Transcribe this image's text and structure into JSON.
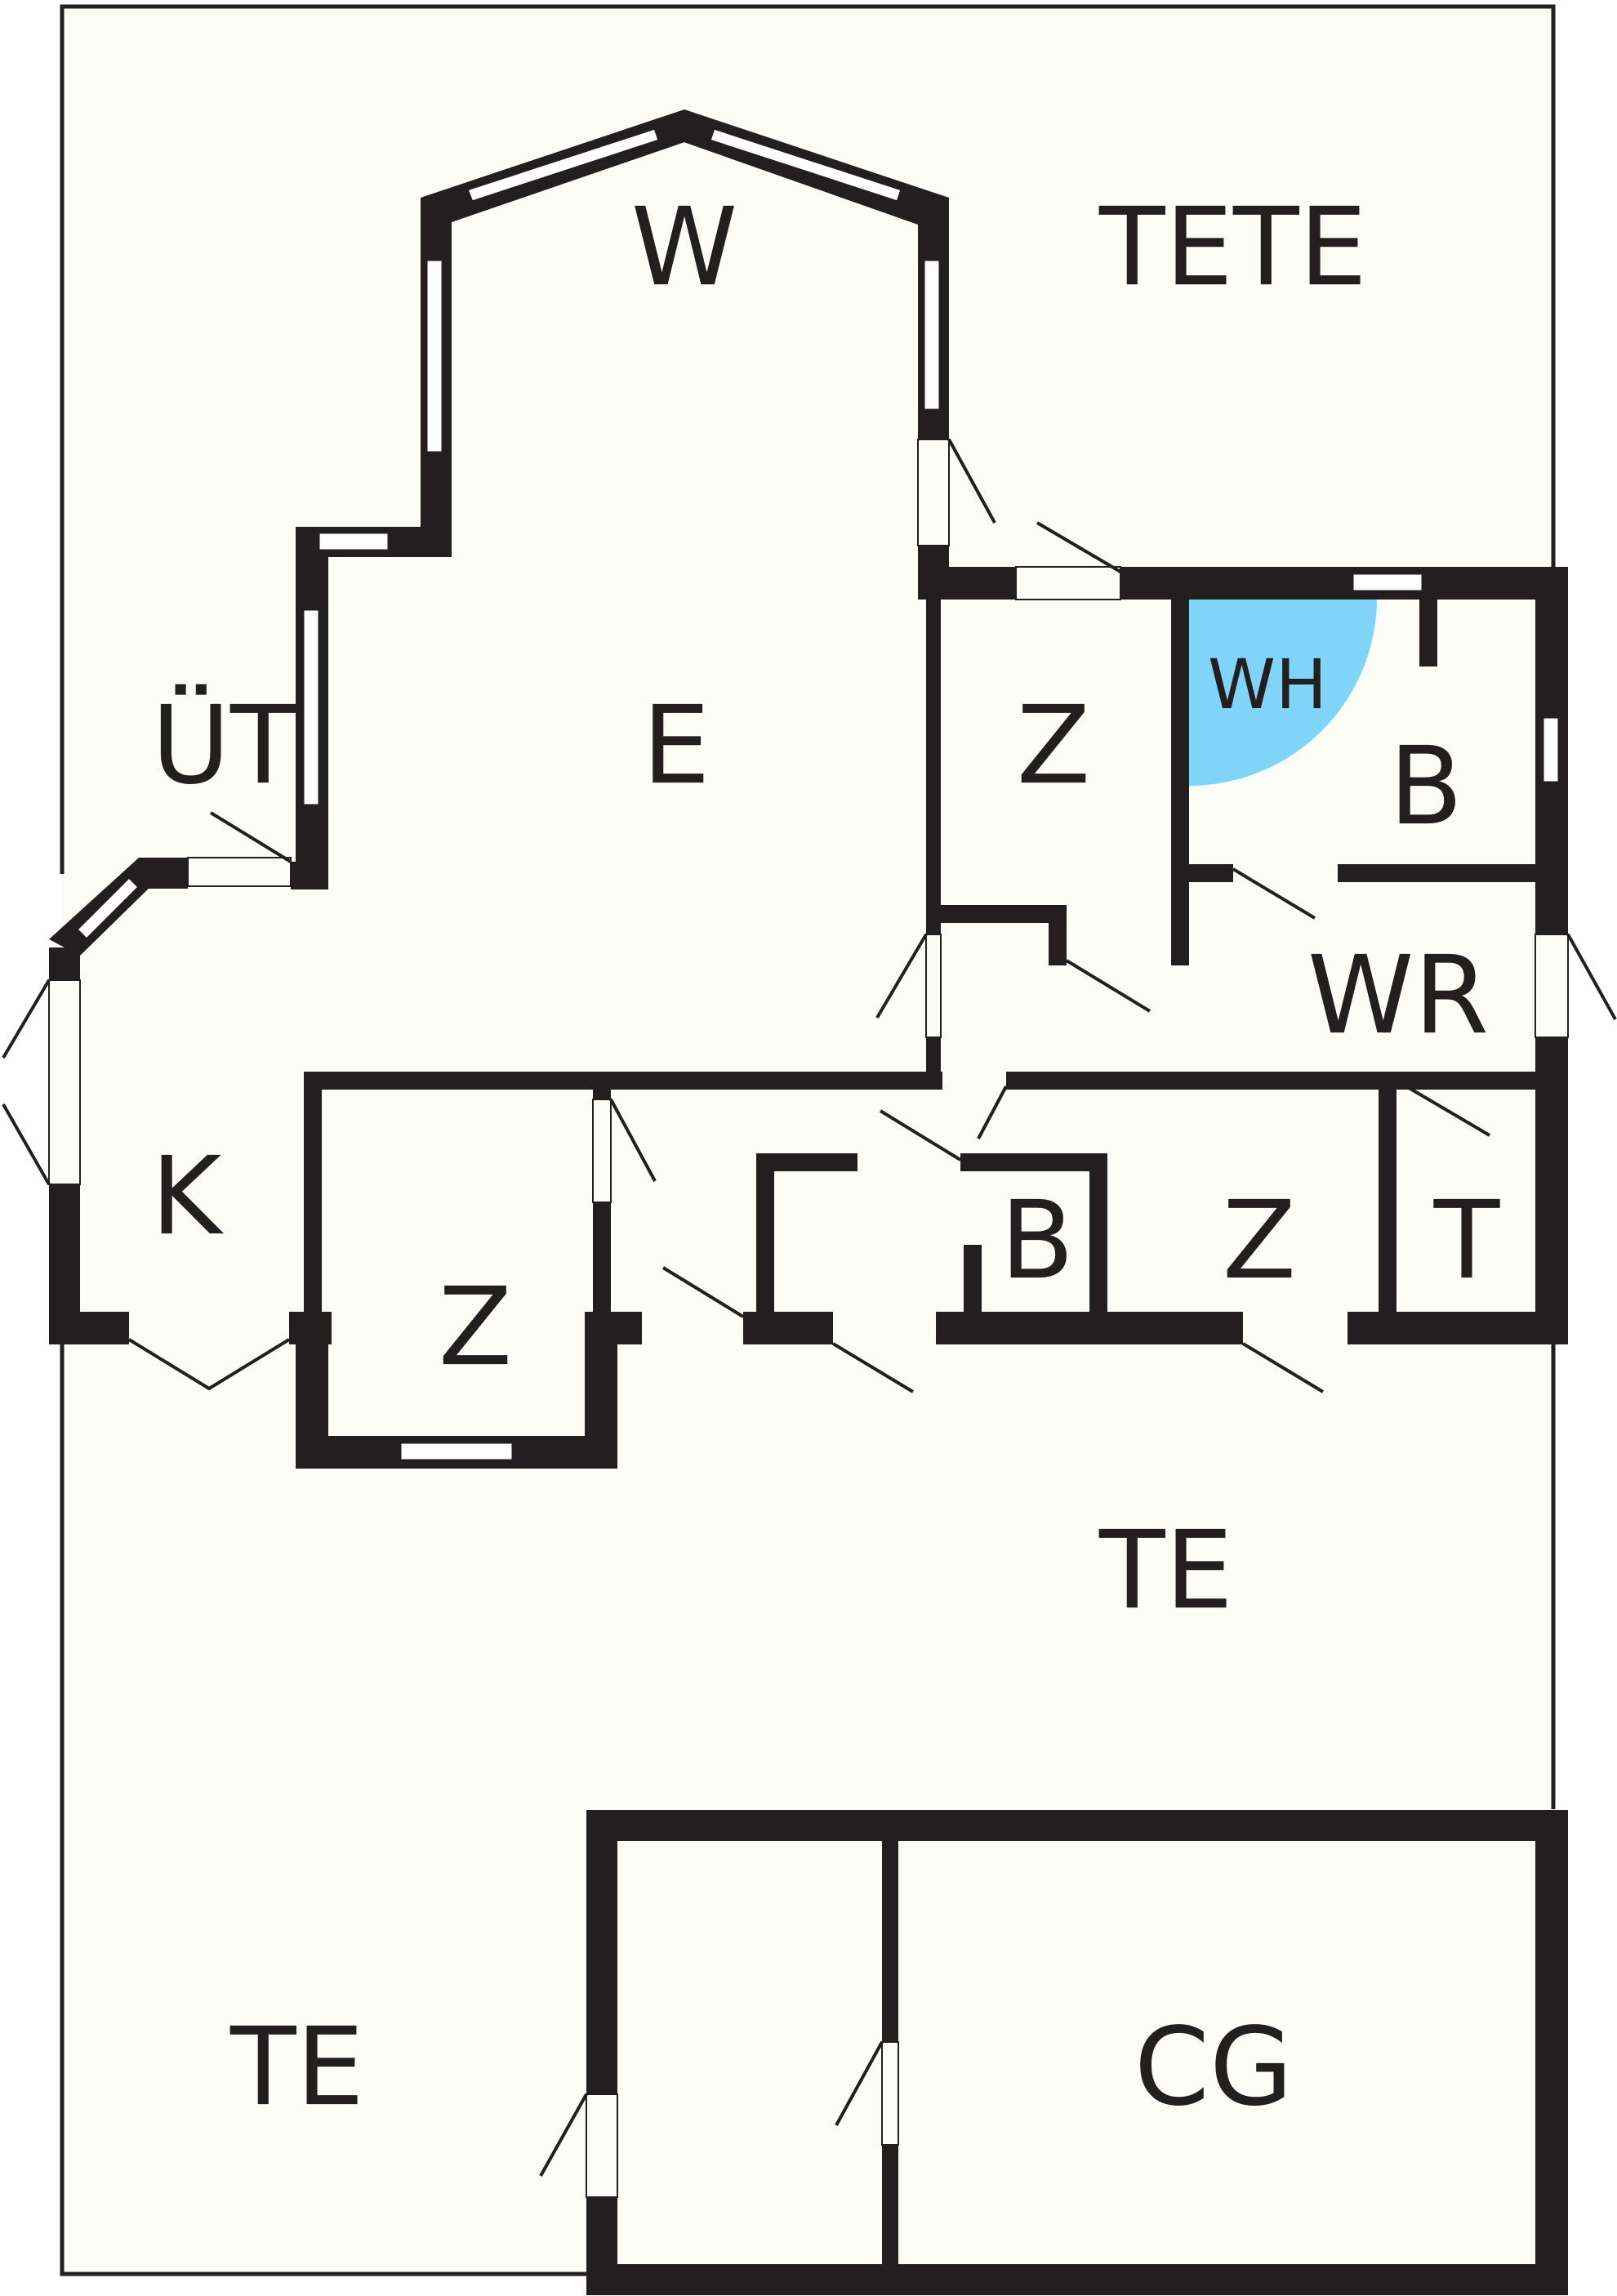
{
  "floorplan": {
    "rooms": {
      "tete": "TETE",
      "w": "W",
      "e": "E",
      "ut": "ÜT",
      "z_top": "Z",
      "wh": "WH",
      "b_top": "B",
      "wr": "WR",
      "k": "K",
      "z_left": "Z",
      "b_mid": "B",
      "z_mid": "Z",
      "t": "T",
      "te_mid": "TE",
      "te_bottom": "TE",
      "cg": "CG"
    },
    "colors": {
      "wall": "#231f20",
      "floor": "#fdfdf8",
      "wh_fill": "#80d4f7"
    }
  }
}
